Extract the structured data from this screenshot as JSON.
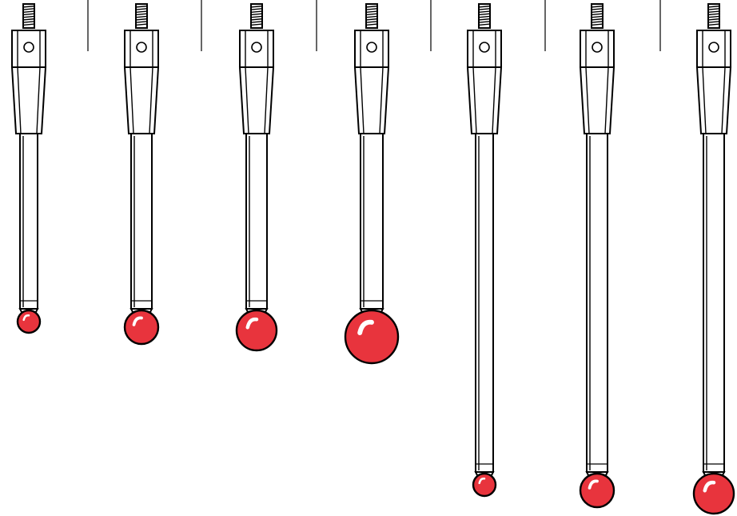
{
  "colors": {
    "ball": "#e8343d",
    "ball_shadow": "#b51a22",
    "outline": "#000000",
    "background": "#ffffff"
  },
  "styli": [
    {
      "id": 1,
      "stem": "short",
      "ball": "small"
    },
    {
      "id": 2,
      "stem": "short",
      "ball": "medium"
    },
    {
      "id": 3,
      "stem": "short",
      "ball": "large"
    },
    {
      "id": 4,
      "stem": "short",
      "ball": "extra-large"
    },
    {
      "id": 5,
      "stem": "long",
      "ball": "small"
    },
    {
      "id": 6,
      "stem": "long",
      "ball": "medium"
    },
    {
      "id": 7,
      "stem": "long",
      "ball": "large"
    }
  ]
}
